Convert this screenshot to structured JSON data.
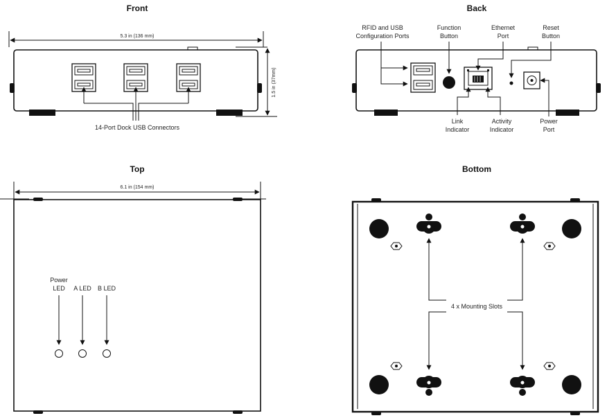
{
  "views": {
    "front": {
      "title": "Front",
      "width_dim": "5.3 in (136 mm)",
      "height_dim": "1.5 in (37mm)",
      "connectors_label": "14-Port Dock USB Connectors"
    },
    "back": {
      "title": "Back",
      "rfid_label": [
        "RFID and USB",
        "Configuration Ports"
      ],
      "function_label": [
        "Function",
        "Button"
      ],
      "ethernet_label": [
        "Ethernet",
        "Port"
      ],
      "reset_label": [
        "Reset",
        "Button"
      ],
      "link_label": [
        "Link",
        "Indicator"
      ],
      "activity_label": [
        "Activity",
        "Indicator"
      ],
      "power_label": [
        "Power",
        "Port"
      ]
    },
    "top": {
      "title": "Top",
      "width_dim": "6.1 in (154 mm)",
      "power_led_label": [
        "Power",
        "LED"
      ],
      "a_led_label": "A LED",
      "b_led_label": "B LED"
    },
    "bottom": {
      "title": "Bottom",
      "mounting_label": "4 x Mounting Slots"
    }
  }
}
